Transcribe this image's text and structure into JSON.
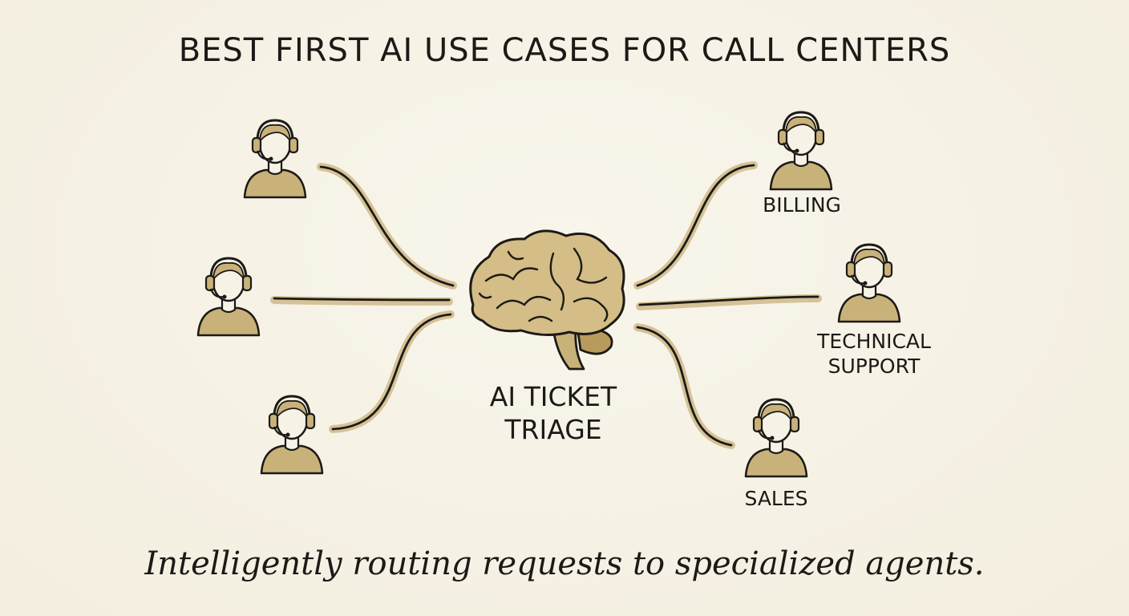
{
  "title": "BEST FIRST AI USE CASES FOR CALL CENTERS",
  "center": {
    "label_line1": "AI TICKET",
    "label_line2": "TRIAGE",
    "icon": "brain-icon"
  },
  "agents": {
    "billing": "BILLING",
    "technical_line1": "TECHNICAL",
    "technical_line2": "SUPPORT",
    "sales": "SALES"
  },
  "caption": "Intelligently routing requests to specialized agents.",
  "colors": {
    "background": "#f6f2e6",
    "ink": "#1c1a16",
    "ochre": "#c9b27a",
    "ochre_dark": "#b89a5c"
  }
}
